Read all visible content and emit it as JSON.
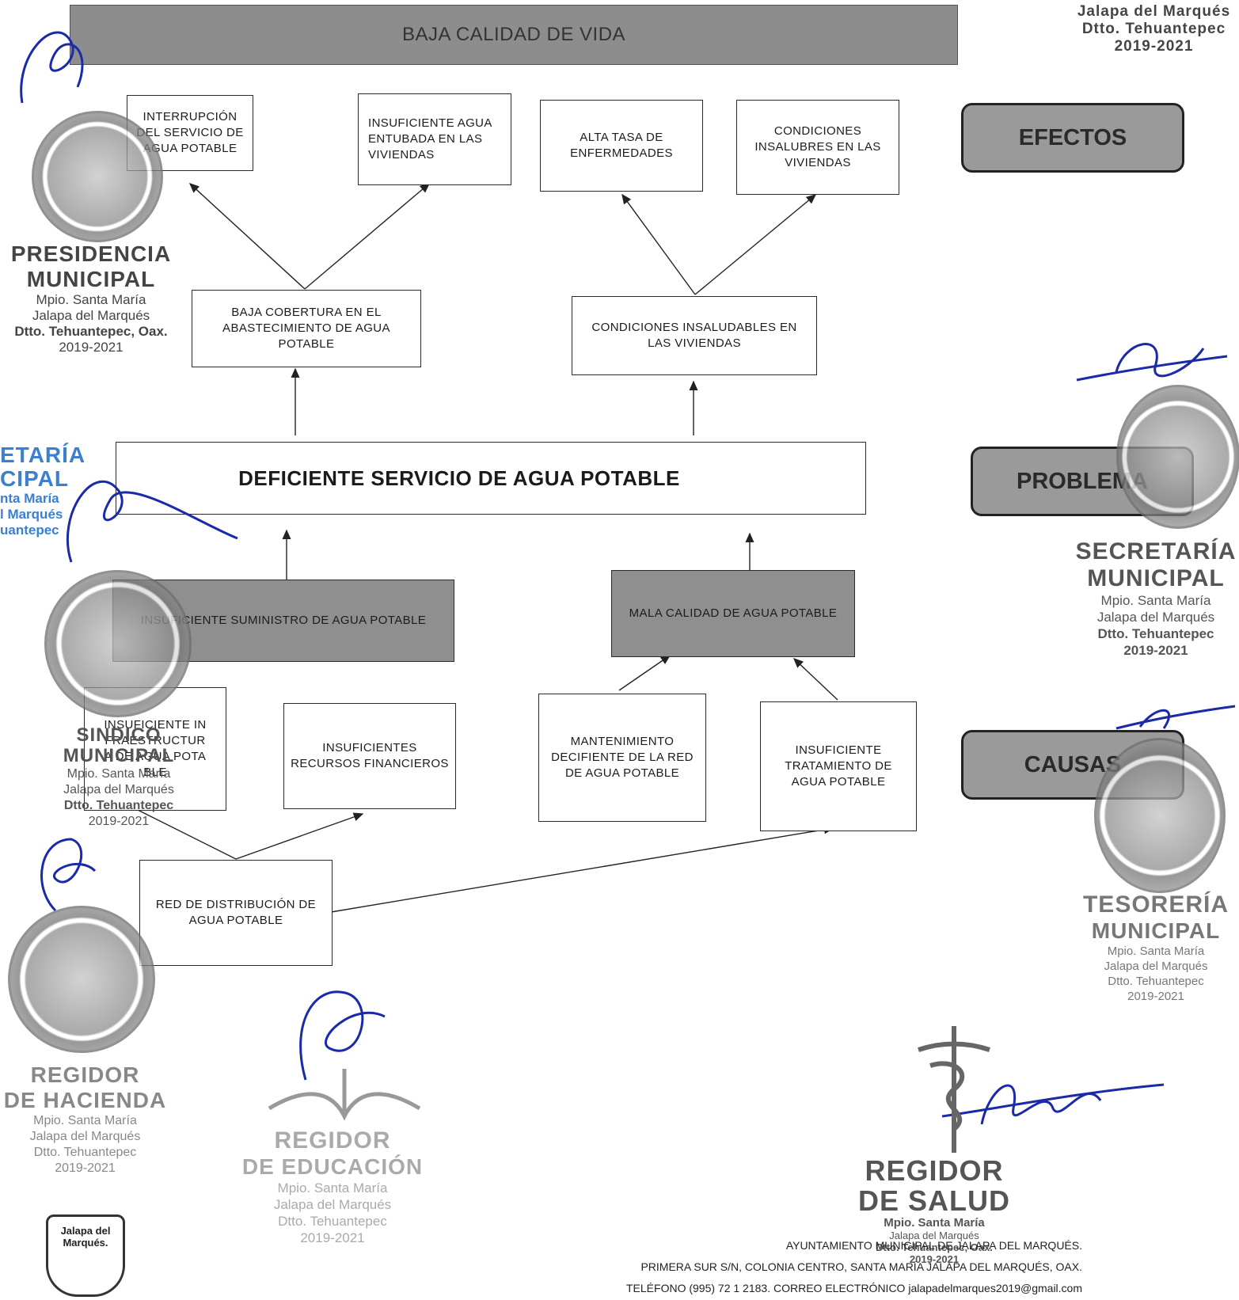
{
  "top_effect": "BAJA CALIDAD DE VIDA",
  "effects": {
    "interrupcion": "INTERRUPCIÓN DEL SERVICIO DE AGUA POTABLE",
    "insuficiente_agua": "INSUFICIENTE AGUA ENTUBADA EN LAS VIVIENDAS",
    "alta_tasa": "ALTA TASA DE ENFERMEDADES",
    "condiciones_insalubres": "CONDICIONES INSALUBRES EN LAS VIVIENDAS",
    "baja_cobertura": "BAJA COBERTURA EN EL ABASTECIMIENTO DE AGUA POTABLE",
    "condiciones_insaludables": "CONDICIONES INSALUDABLES EN LAS VIVIENDAS"
  },
  "problem": "DEFICIENTE SERVICIO DE AGUA POTABLE",
  "causes": {
    "insuficiente_suministro": "INSUFICIENTE SUMINISTRO DE AGUA POTABLE",
    "mala_calidad": "MALA CALIDAD DE AGUA POTABLE",
    "insuficiente_infraestructura": "INSUFICIENTE INFRAESTRUCTURA DE AGUA POTABLE",
    "insuficientes_recursos": "INSUFICIENTES RECURSOS FINANCIEROS",
    "mantenimiento": "MANTENIMIENTO DECIFIENTE DE LA RED DE AGUA POTABLE",
    "insuficiente_tratamiento": "INSUFICIENTE TRATAMIENTO DE AGUA POTABLE",
    "red_distribucion": "RED DE DISTRIBUCIÓN DE AGUA POTABLE"
  },
  "legend": {
    "efectos": "EFECTOS",
    "problema": "PROBLEMA",
    "causas": "CAUSAS"
  },
  "stamps": {
    "top_right": [
      "Jalapa del Marqués",
      "Dtto. Tehuantepec",
      "2019-2021"
    ],
    "presidencia": {
      "title": "PRESIDENCIA",
      "title2": "MUNICIPAL",
      "line1": "Mpio. Santa María",
      "line2": "Jalapa del Marqués",
      "line3": "Dtto. Tehuantepec, Oax.",
      "line4": "2019-2021"
    },
    "secretaria_left": [
      "ETARÍA",
      "CIPAL",
      "nta María",
      "l Marqués",
      "uantepec"
    ],
    "secretaria_right": {
      "title": "SECRETARÍA",
      "title2": "MUNICIPAL",
      "line1": "Mpio. Santa María",
      "line2": "Jalapa del Marqués",
      "line3": "Dtto. Tehuantepec",
      "line4": "2019-2021"
    },
    "sindico": {
      "title": "SINDICO",
      "title2": "MUNICIPAL",
      "line1": "Mpio. Santa María",
      "line2": "Jalapa del Marqués",
      "line3": "Dtto. Tehuantepec",
      "line4": "2019-2021"
    },
    "tesoreria": {
      "title": "TESORERÍA",
      "title2": "MUNICIPAL",
      "line1": "Mpio. Santa María",
      "line2": "Jalapa del Marqués",
      "line3": "Dtto. Tehuantepec",
      "line4": "2019-2021"
    },
    "hacienda": {
      "title": "REGIDOR",
      "title2": "DE HACIENDA",
      "line1": "Mpio. Santa María",
      "line2": "Jalapa del Marqués",
      "line3": "Dtto. Tehuantepec",
      "line4": "2019-2021"
    },
    "educacion": {
      "title": "REGIDOR",
      "title2": "DE EDUCACIÓN",
      "line1": "Mpio. Santa María",
      "line2": "Jalapa del Marqués",
      "line3": "Dtto. Tehuantepec",
      "line4": "2019-2021"
    },
    "salud": {
      "title": "REGIDOR",
      "title2": "DE SALUD",
      "line1": "Mpio. Santa María",
      "line2": "Jalapa del Marqués",
      "line3": "Dtto. Tehuantepec, Oax.",
      "line4": "2019-2021"
    },
    "logo_badge": [
      "Jalapa del",
      "Marqués."
    ]
  },
  "footer": {
    "line1": "AYUNTAMIENTO MUNICIPAL DE JALAPA DEL MARQUÉS.",
    "line2": "PRIMERA SUR S/N, COLONIA CENTRO, SANTA MARÍA JALAPA DEL MARQUÉS, OAX.",
    "line3": "TELÉFONO (995) 72 1 2183.  CORREO ELECTRÓNICO jalapadelmarques2019@gmail.com"
  }
}
